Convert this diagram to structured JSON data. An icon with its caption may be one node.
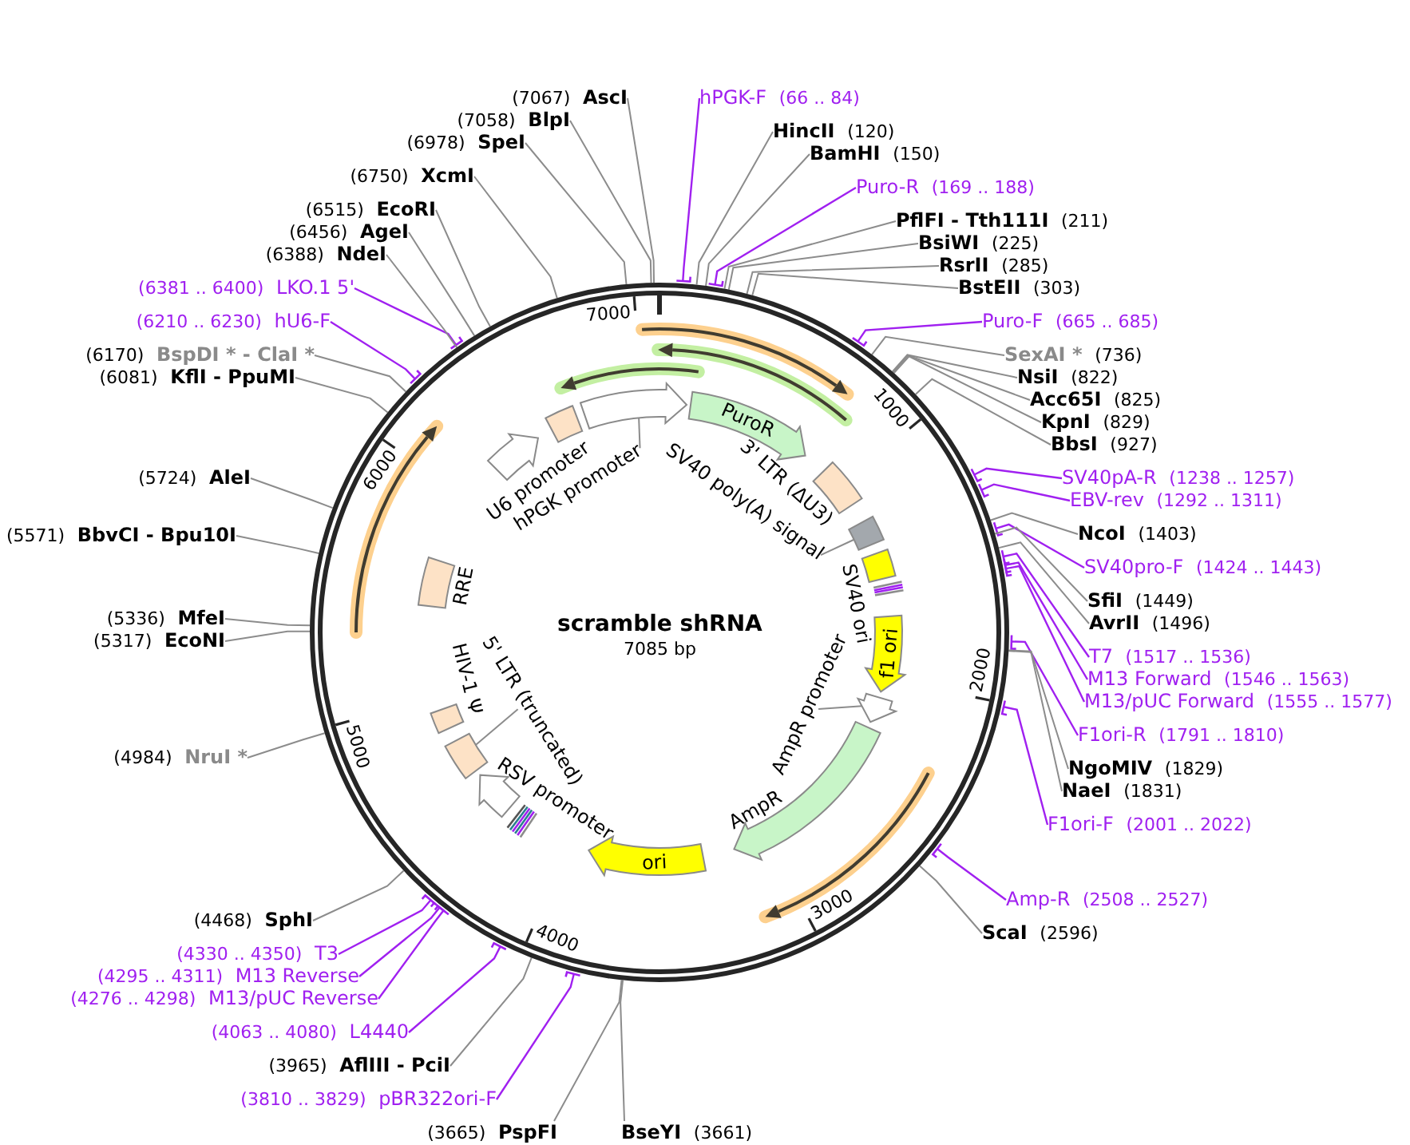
{
  "diagram": {
    "nodes": [
      {
        "text": [
          "scramble shRNA",
          "7085 bp"
        ]
      },
      {
        "text": [
          "hPGK-F",
          "(66 .. 84)"
        ]
      },
      {
        "text": [
          "HincII",
          "(120)"
        ]
      },
      {
        "text": [
          "BamHI",
          "(150)"
        ]
      },
      {
        "text": [
          "Puro-R",
          "(169 .. 188)"
        ]
      },
      {
        "text": [
          "PflFI - Tth111I",
          "(211)"
        ]
      },
      {
        "text": [
          "BsiWI",
          "(225)"
        ]
      },
      {
        "text": [
          "RsrII",
          "(285)"
        ]
      },
      {
        "text": [
          "BstEII",
          "(303)"
        ]
      },
      {
        "text": [
          "Puro-F",
          "(665 .. 685)"
        ]
      },
      {
        "text": [
          "SexAI *",
          "(736)"
        ]
      },
      {
        "text": [
          "NsiI",
          "(822)"
        ]
      },
      {
        "text": [
          "Acc65I",
          "(825)"
        ]
      },
      {
        "text": [
          "KpnI",
          "(829)"
        ]
      },
      {
        "text": [
          "BbsI",
          "(927)"
        ]
      },
      {
        "text": [
          "SV40pA-R",
          "(1238 .. 1257)"
        ]
      },
      {
        "text": [
          "EBV-rev",
          "(1292 .. 1311)"
        ]
      },
      {
        "text": [
          "NcoI",
          "(1403)"
        ]
      },
      {
        "text": [
          "SV40pro-F",
          "(1424 .. 1443)"
        ]
      },
      {
        "text": [
          "SfiI",
          "(1449)"
        ]
      },
      {
        "text": [
          "AvrII",
          "(1496)"
        ]
      },
      {
        "text": [
          "T7",
          "(1517 .. 1536)"
        ]
      },
      {
        "text": [
          "M13 Forward",
          "(1546 .. 1563)"
        ]
      },
      {
        "text": [
          "M13/pUC Forward",
          "(1555 .. 1577)"
        ]
      },
      {
        "text": [
          "F1ori-R",
          "(1791 .. 1810)"
        ]
      },
      {
        "text": [
          "NgoMIV",
          "(1829)"
        ]
      },
      {
        "text": [
          "NaeI",
          "(1831)"
        ]
      },
      {
        "text": [
          "F1ori-F",
          "(2001 .. 2022)"
        ]
      },
      {
        "text": [
          "Amp-R",
          "(2508 .. 2527)"
        ]
      },
      {
        "text": [
          "ScaI",
          "(2596)"
        ]
      },
      {
        "text": [
          "BseYI",
          "(3661)"
        ]
      },
      {
        "text": [
          "(3665)",
          "PspFI"
        ]
      },
      {
        "text": [
          "(3810 .. 3829)",
          "pBR322ori-F"
        ]
      },
      {
        "text": [
          "(3965)",
          "AflIII - PciI"
        ]
      },
      {
        "text": [
          "(4063 .. 4080)",
          "L4440"
        ]
      },
      {
        "text": [
          "(4276 .. 4298)",
          "M13/pUC Reverse"
        ]
      },
      {
        "text": [
          "(4295 .. 4311)",
          "M13 Reverse"
        ]
      },
      {
        "text": [
          "(4330 .. 4350)",
          "T3"
        ]
      },
      {
        "text": [
          "(4468)",
          "SphI"
        ]
      },
      {
        "text": [
          "(4984)",
          "NruI *"
        ]
      },
      {
        "text": [
          "(5317)",
          "EcoNI"
        ]
      },
      {
        "text": [
          "(5336)",
          "MfeI"
        ]
      },
      {
        "text": [
          "(5571)",
          "BbvCI - Bpu10I"
        ]
      },
      {
        "text": [
          "(5724)",
          "AleI"
        ]
      },
      {
        "text": [
          "(6081)",
          "KflI - PpuMI"
        ]
      },
      {
        "text": [
          "(6170)",
          "BspDI * - ClaI *"
        ]
      },
      {
        "text": [
          "(6210 .. 6230)",
          "hU6-F"
        ]
      },
      {
        "text": [
          "(6381 .. 6400)",
          "LKO.1 5'"
        ]
      },
      {
        "text": [
          "(6388)",
          "NdeI"
        ]
      },
      {
        "text": [
          "(6456)",
          "AgeI"
        ]
      },
      {
        "text": [
          "(6515)",
          "EcoRI"
        ]
      },
      {
        "text": [
          "(6750)",
          "XcmI"
        ]
      },
      {
        "text": [
          "(6978)",
          "SpeI"
        ]
      },
      {
        "text": [
          "(7058)",
          "BlpI"
        ]
      },
      {
        "text": [
          "(7067)",
          "AscI"
        ]
      },
      {
        "text": [
          "hPGK promoter"
        ],
        "in": 0
      },
      {
        "text": [
          "PuroR"
        ],
        "in": 0
      },
      {
        "text": [],
        "shape": "box",
        "beside": [
          "3' LTR (ΔU3)"
        ],
        "in": 0
      },
      {
        "text": [
          "SV40 poly(A) signal"
        ],
        "in": 0
      },
      {
        "text": [],
        "shape": "box",
        "in": 0
      },
      {
        "text": [],
        "shape": "box",
        "beside": [
          "SV40 ori"
        ],
        "in": 0
      },
      {
        "text": [
          "f1 ori"
        ],
        "in": 0
      },
      {
        "text": [
          "AmpR promoter"
        ],
        "in": 0
      },
      {
        "text": [],
        "shape": "arrow",
        "in": 0
      },
      {
        "text": [],
        "shape": "arrow",
        "beside": [
          "AmpR"
        ],
        "in": 0
      },
      {
        "text": [
          "ori"
        ],
        "in": 0
      },
      {
        "text": [],
        "shape": "arrow",
        "beside": [
          "RSV promoter"
        ],
        "in": 0
      },
      {
        "text": [
          "5' LTR (truncated)"
        ],
        "in": 0
      },
      {
        "text": [],
        "shape": "box",
        "beside": [
          "HIV-1 Ψ"
        ],
        "in": 0
      },
      {
        "text": [],
        "shape": "box",
        "beside": [
          "RRE"
        ],
        "in": 0
      },
      {
        "text": [],
        "shape": "arrow",
        "beside": [
          "U6 promoter"
        ],
        "in": 0
      },
      {
        "text": [],
        "shape": "box",
        "in": 0
      },
      {
        "text": [],
        "shape": "arrow",
        "in": 0
      },
      {
        "text": [],
        "shape": "box",
        "in": 0
      }
    ],
    "edges": [
      {
        "from": 1,
        "to": 0,
        "arrow": "other",
        "color": "#a020f0"
      },
      {
        "from": 2,
        "to": 0,
        "arrow": "none"
      },
      {
        "from": 3,
        "to": 0,
        "arrow": "none"
      },
      {
        "from": 4,
        "to": 0,
        "arrow": "other",
        "color": "#a020f0"
      },
      {
        "from": 5,
        "to": 0,
        "arrow": "none"
      },
      {
        "from": 6,
        "to": 0,
        "arrow": "none"
      },
      {
        "from": 7,
        "to": 0,
        "arrow": "none"
      },
      {
        "from": 8,
        "to": 0,
        "arrow": "none"
      },
      {
        "from": 9,
        "to": 0,
        "arrow": "other",
        "color": "#a020f0"
      },
      {
        "from": 10,
        "to": 0,
        "arrow": "none"
      },
      {
        "from": 11,
        "to": 0,
        "arrow": "none"
      },
      {
        "from": 12,
        "to": 0,
        "arrow": "none"
      },
      {
        "from": 13,
        "to": 0,
        "arrow": "none"
      },
      {
        "from": 14,
        "to": 0,
        "arrow": "none"
      },
      {
        "from": 15,
        "to": 0,
        "arrow": "other",
        "color": "#a020f0"
      },
      {
        "from": 16,
        "to": 0,
        "arrow": "other",
        "color": "#a020f0"
      },
      {
        "from": 17,
        "to": 0,
        "arrow": "none"
      },
      {
        "from": 18,
        "to": 0,
        "arrow": "other",
        "color": "#a020f0"
      },
      {
        "from": 19,
        "to": 0,
        "arrow": "none"
      },
      {
        "from": 20,
        "to": 0,
        "arrow": "none"
      },
      {
        "from": 21,
        "to": 0,
        "arrow": "other",
        "color": "#a020f0"
      },
      {
        "from": 22,
        "to": 0,
        "arrow": "other",
        "color": "#a020f0"
      },
      {
        "from": 23,
        "to": 0,
        "arrow": "other",
        "color": "#a020f0"
      },
      {
        "from": 24,
        "to": 0,
        "arrow": "other",
        "color": "#a020f0"
      },
      {
        "from": 25,
        "to": 0,
        "arrow": "none"
      },
      {
        "from": 26,
        "to": 0,
        "arrow": "none"
      },
      {
        "from": 27,
        "to": 0,
        "arrow": "other",
        "color": "#a020f0"
      },
      {
        "from": 28,
        "to": 0,
        "arrow": "other",
        "color": "#a020f0"
      },
      {
        "from": 29,
        "to": 0,
        "arrow": "none"
      },
      {
        "from": 30,
        "to": 0,
        "arrow": "none"
      },
      {
        "from": 31,
        "to": 0,
        "arrow": "none"
      },
      {
        "from": 32,
        "to": 0,
        "arrow": "other",
        "color": "#a020f0"
      },
      {
        "from": 33,
        "to": 0,
        "arrow": "none"
      },
      {
        "from": 34,
        "to": 0,
        "arrow": "other",
        "color": "#a020f0"
      },
      {
        "from": 35,
        "to": 0,
        "arrow": "other",
        "color": "#a020f0"
      },
      {
        "from": 36,
        "to": 0,
        "arrow": "other",
        "color": "#a020f0"
      },
      {
        "from": 37,
        "to": 0,
        "arrow": "other",
        "color": "#a020f0"
      },
      {
        "from": 38,
        "to": 0,
        "arrow": "none"
      },
      {
        "from": 39,
        "to": 0,
        "arrow": "none"
      },
      {
        "from": 40,
        "to": 0,
        "arrow": "none"
      },
      {
        "from": 41,
        "to": 0,
        "arrow": "none"
      },
      {
        "from": 42,
        "to": 0,
        "arrow": "none"
      },
      {
        "from": 43,
        "to": 0,
        "arrow": "none"
      },
      {
        "from": 44,
        "to": 0,
        "arrow": "none"
      },
      {
        "from": 45,
        "to": 0,
        "arrow": "none"
      },
      {
        "from": 46,
        "to": 0,
        "arrow": "other",
        "color": "#a020f0"
      },
      {
        "from": 47,
        "to": 0,
        "arrow": "other",
        "color": "#a020f0"
      },
      {
        "from": 48,
        "to": 0,
        "arrow": "none"
      },
      {
        "from": 49,
        "to": 0,
        "arrow": "none"
      },
      {
        "from": 50,
        "to": 0,
        "arrow": "none"
      },
      {
        "from": 51,
        "to": 0,
        "arrow": "none"
      },
      {
        "from": 52,
        "to": 0,
        "arrow": "none"
      },
      {
        "from": 53,
        "to": 0,
        "arrow": "none"
      },
      {
        "from": 54,
        "to": 0,
        "arrow": "none"
      },
      {
        "from": 55,
        "to": 72,
        "arrow": "none"
      },
      {
        "from": 58,
        "to": 59,
        "arrow": "none"
      },
      {
        "from": 62,
        "to": 63,
        "arrow": "none"
      },
      {
        "from": 67,
        "to": 73,
        "arrow": "none"
      }
    ],
    "labels": [
      "7000",
      "1000",
      "6000",
      "2000",
      "5000",
      "3000",
      "4000"
    ]
  }
}
